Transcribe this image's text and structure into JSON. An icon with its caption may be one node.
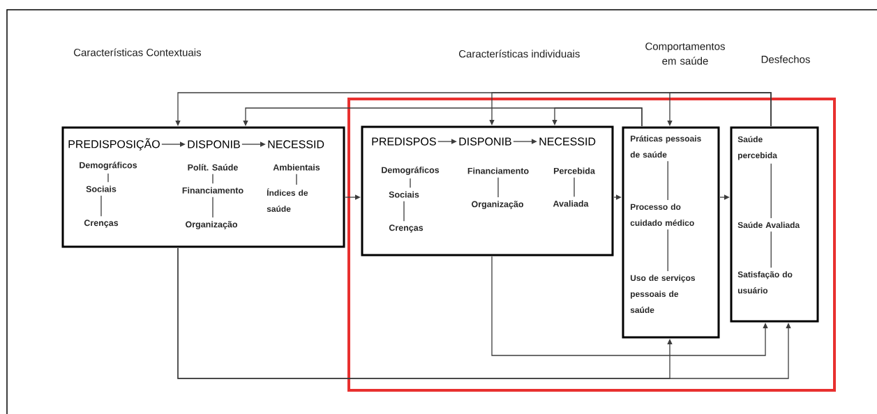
{
  "diagram": {
    "nodes": [
      {
        "text": [],
        "shape": "box"
      },
      {
        "text": [
          "PREDISPOSIÇÃO"
        ],
        "in": 0
      },
      {
        "text": [
          "DISPONIB"
        ],
        "in": 0
      },
      {
        "text": [
          "NECESSID"
        ],
        "in": 0
      },
      {
        "text": [
          "Demográficos"
        ],
        "in": 0
      },
      {
        "text": [
          "Sociais"
        ],
        "in": 0
      },
      {
        "text": [
          "Crenças"
        ],
        "in": 0
      },
      {
        "text": [
          "Polít. Saúde"
        ],
        "in": 0
      },
      {
        "text": [
          "Financiamento"
        ],
        "in": 0
      },
      {
        "text": [
          "Organização"
        ],
        "in": 0
      },
      {
        "text": [
          "Ambientais"
        ],
        "in": 0
      },
      {
        "text": [
          "Índices de saúde"
        ],
        "in": 0
      },
      {
        "text": [],
        "shape": "box"
      },
      {
        "text": [],
        "shape": "box",
        "in": 12
      },
      {
        "text": [
          "PREDISPOS"
        ],
        "in": 13
      },
      {
        "text": [
          "DISPONIB"
        ],
        "in": 13
      },
      {
        "text": [
          "NECESSID"
        ],
        "in": 13
      },
      {
        "text": [
          "Demográficos"
        ],
        "in": 13
      },
      {
        "text": [
          "Sociais"
        ],
        "in": 13
      },
      {
        "text": [
          "Crenças"
        ],
        "in": 13
      },
      {
        "text": [
          "Financiamento"
        ],
        "in": 13
      },
      {
        "text": [
          "Organização"
        ],
        "in": 13
      },
      {
        "text": [
          "Percebida"
        ],
        "in": 13
      },
      {
        "text": [
          "Avaliada"
        ],
        "in": 13
      },
      {
        "text": [],
        "shape": "box",
        "in": 12
      },
      {
        "text": [
          "Práticas pessoais de saúde"
        ],
        "in": 24
      },
      {
        "text": [
          "Processo do cuidado médico"
        ],
        "in": 24
      },
      {
        "text": [
          "Uso de serviços pessoais de saúde"
        ],
        "in": 24
      },
      {
        "text": [],
        "shape": "box",
        "in": 12
      },
      {
        "text": [
          "Saúde percebida"
        ],
        "in": 28
      },
      {
        "text": [
          "Saúde Avaliada"
        ],
        "in": 28
      },
      {
        "text": [
          "Satisfação do usuário"
        ],
        "in": 28
      }
    ],
    "edges": [
      {
        "from": 1,
        "to": 2,
        "arrow": "to"
      },
      {
        "from": 2,
        "to": 3,
        "arrow": "to"
      },
      {
        "from": 14,
        "to": 15,
        "arrow": "to"
      },
      {
        "from": 15,
        "to": 16,
        "arrow": "to"
      },
      {
        "from": 4,
        "to": 5,
        "arrow": "none"
      },
      {
        "from": 5,
        "to": 6,
        "arrow": "none"
      },
      {
        "from": 7,
        "to": 8,
        "arrow": "none"
      },
      {
        "from": 8,
        "to": 9,
        "arrow": "none"
      },
      {
        "from": 10,
        "to": 11,
        "arrow": "none"
      },
      {
        "from": 17,
        "to": 18,
        "arrow": "none"
      },
      {
        "from": 18,
        "to": 19,
        "arrow": "none"
      },
      {
        "from": 20,
        "to": 21,
        "arrow": "none"
      },
      {
        "from": 22,
        "to": 23,
        "arrow": "none"
      },
      {
        "from": 25,
        "to": 26,
        "arrow": "none"
      },
      {
        "from": 26,
        "to": 27,
        "arrow": "none"
      },
      {
        "from": 29,
        "to": 30,
        "arrow": "none"
      },
      {
        "from": 30,
        "to": 31,
        "arrow": "none"
      },
      {
        "from": 0,
        "to": 13,
        "arrow": "to"
      },
      {
        "from": 13,
        "to": 24,
        "arrow": "to"
      },
      {
        "from": 24,
        "to": 28,
        "arrow": "to"
      },
      {
        "from": 28,
        "to": 0,
        "arrow": "to"
      },
      {
        "from": 28,
        "to": 13,
        "arrow": "to"
      },
      {
        "from": 28,
        "to": 24,
        "arrow": "to"
      },
      {
        "from": 24,
        "to": 0,
        "arrow": "to"
      },
      {
        "from": 24,
        "to": 13,
        "arrow": "to"
      },
      {
        "from": 0,
        "to": 28,
        "arrow": "to"
      },
      {
        "from": 0,
        "to": 24,
        "arrow": "to"
      },
      {
        "from": 13,
        "to": 28,
        "arrow": "to"
      }
    ],
    "labels": [
      "Características Contextuais",
      "Características individuais",
      "Comportamentos em saúde",
      "Desfechos"
    ]
  }
}
